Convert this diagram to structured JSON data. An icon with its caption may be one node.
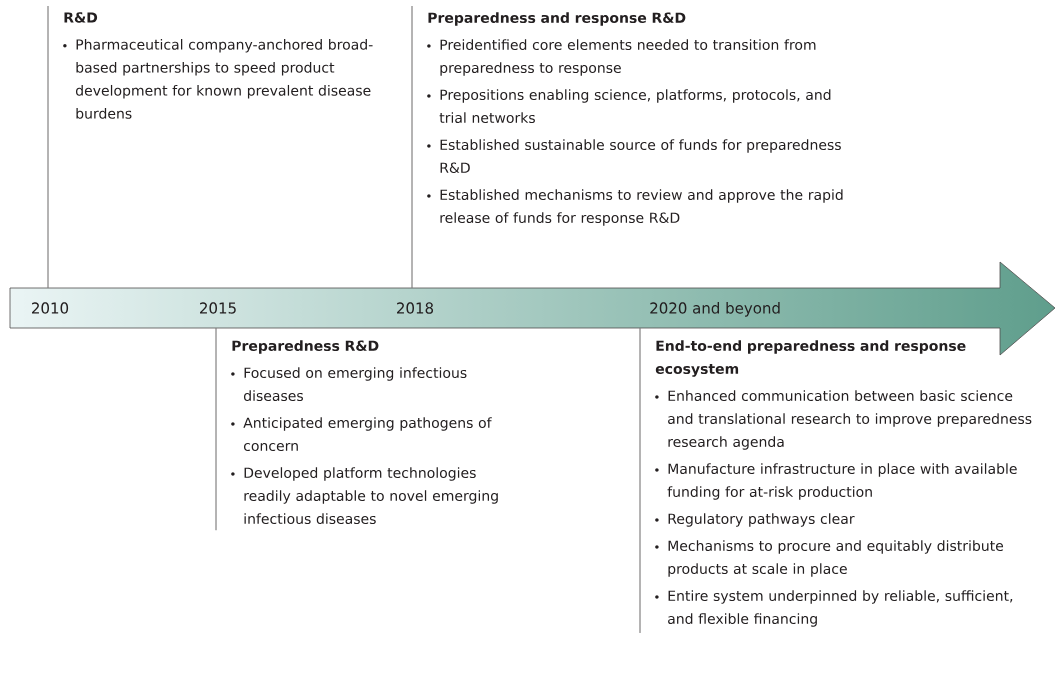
{
  "diagram": {
    "nodes": [
      {
        "text": [
          "R&D",
          "Pharmaceutical company-anchored broad-based partnerships to speed product development for known prevalent disease burdens"
        ]
      },
      {
        "text": [
          "Preparedness and response R&D",
          "Preidentified core elements needed to transition from preparedness to response",
          "Prepositions enabling science, platforms, protocols, and trial networks",
          "Established sustainable source of funds for preparedness R&D",
          "Established mechanisms to review and approve the rapid release of funds for response R&D"
        ]
      },
      {
        "text": [
          "Preparedness R&D",
          "Focused on emerging infectious diseases",
          "Anticipated emerging pathogens of concern",
          "Developed platform technologies readily adaptable to novel emerging infectious diseases"
        ]
      },
      {
        "text": [
          "End-to-end preparedness and response ecosystem",
          "Enhanced communication between basic science and translational research to improve preparedness research agenda",
          "Manufacture infrastructure in place with available funding for at-risk production",
          "Regulatory pathways clear",
          "Mechanisms to procure and equitably distribute products at scale in place",
          "Entire system underpinned by reliable, sufficient, and flexible financing"
        ]
      },
      {
        "text": [
          "2010",
          "2015",
          "2018",
          "2020 and beyond"
        ]
      }
    ],
    "edges": [
      {
        "from": 0,
        "to": 4,
        "arrow": "none"
      },
      {
        "from": 1,
        "to": 4,
        "arrow": "none"
      },
      {
        "from": 2,
        "to": 4,
        "arrow": "none"
      },
      {
        "from": 3,
        "to": 4,
        "arrow": "none"
      }
    ]
  }
}
